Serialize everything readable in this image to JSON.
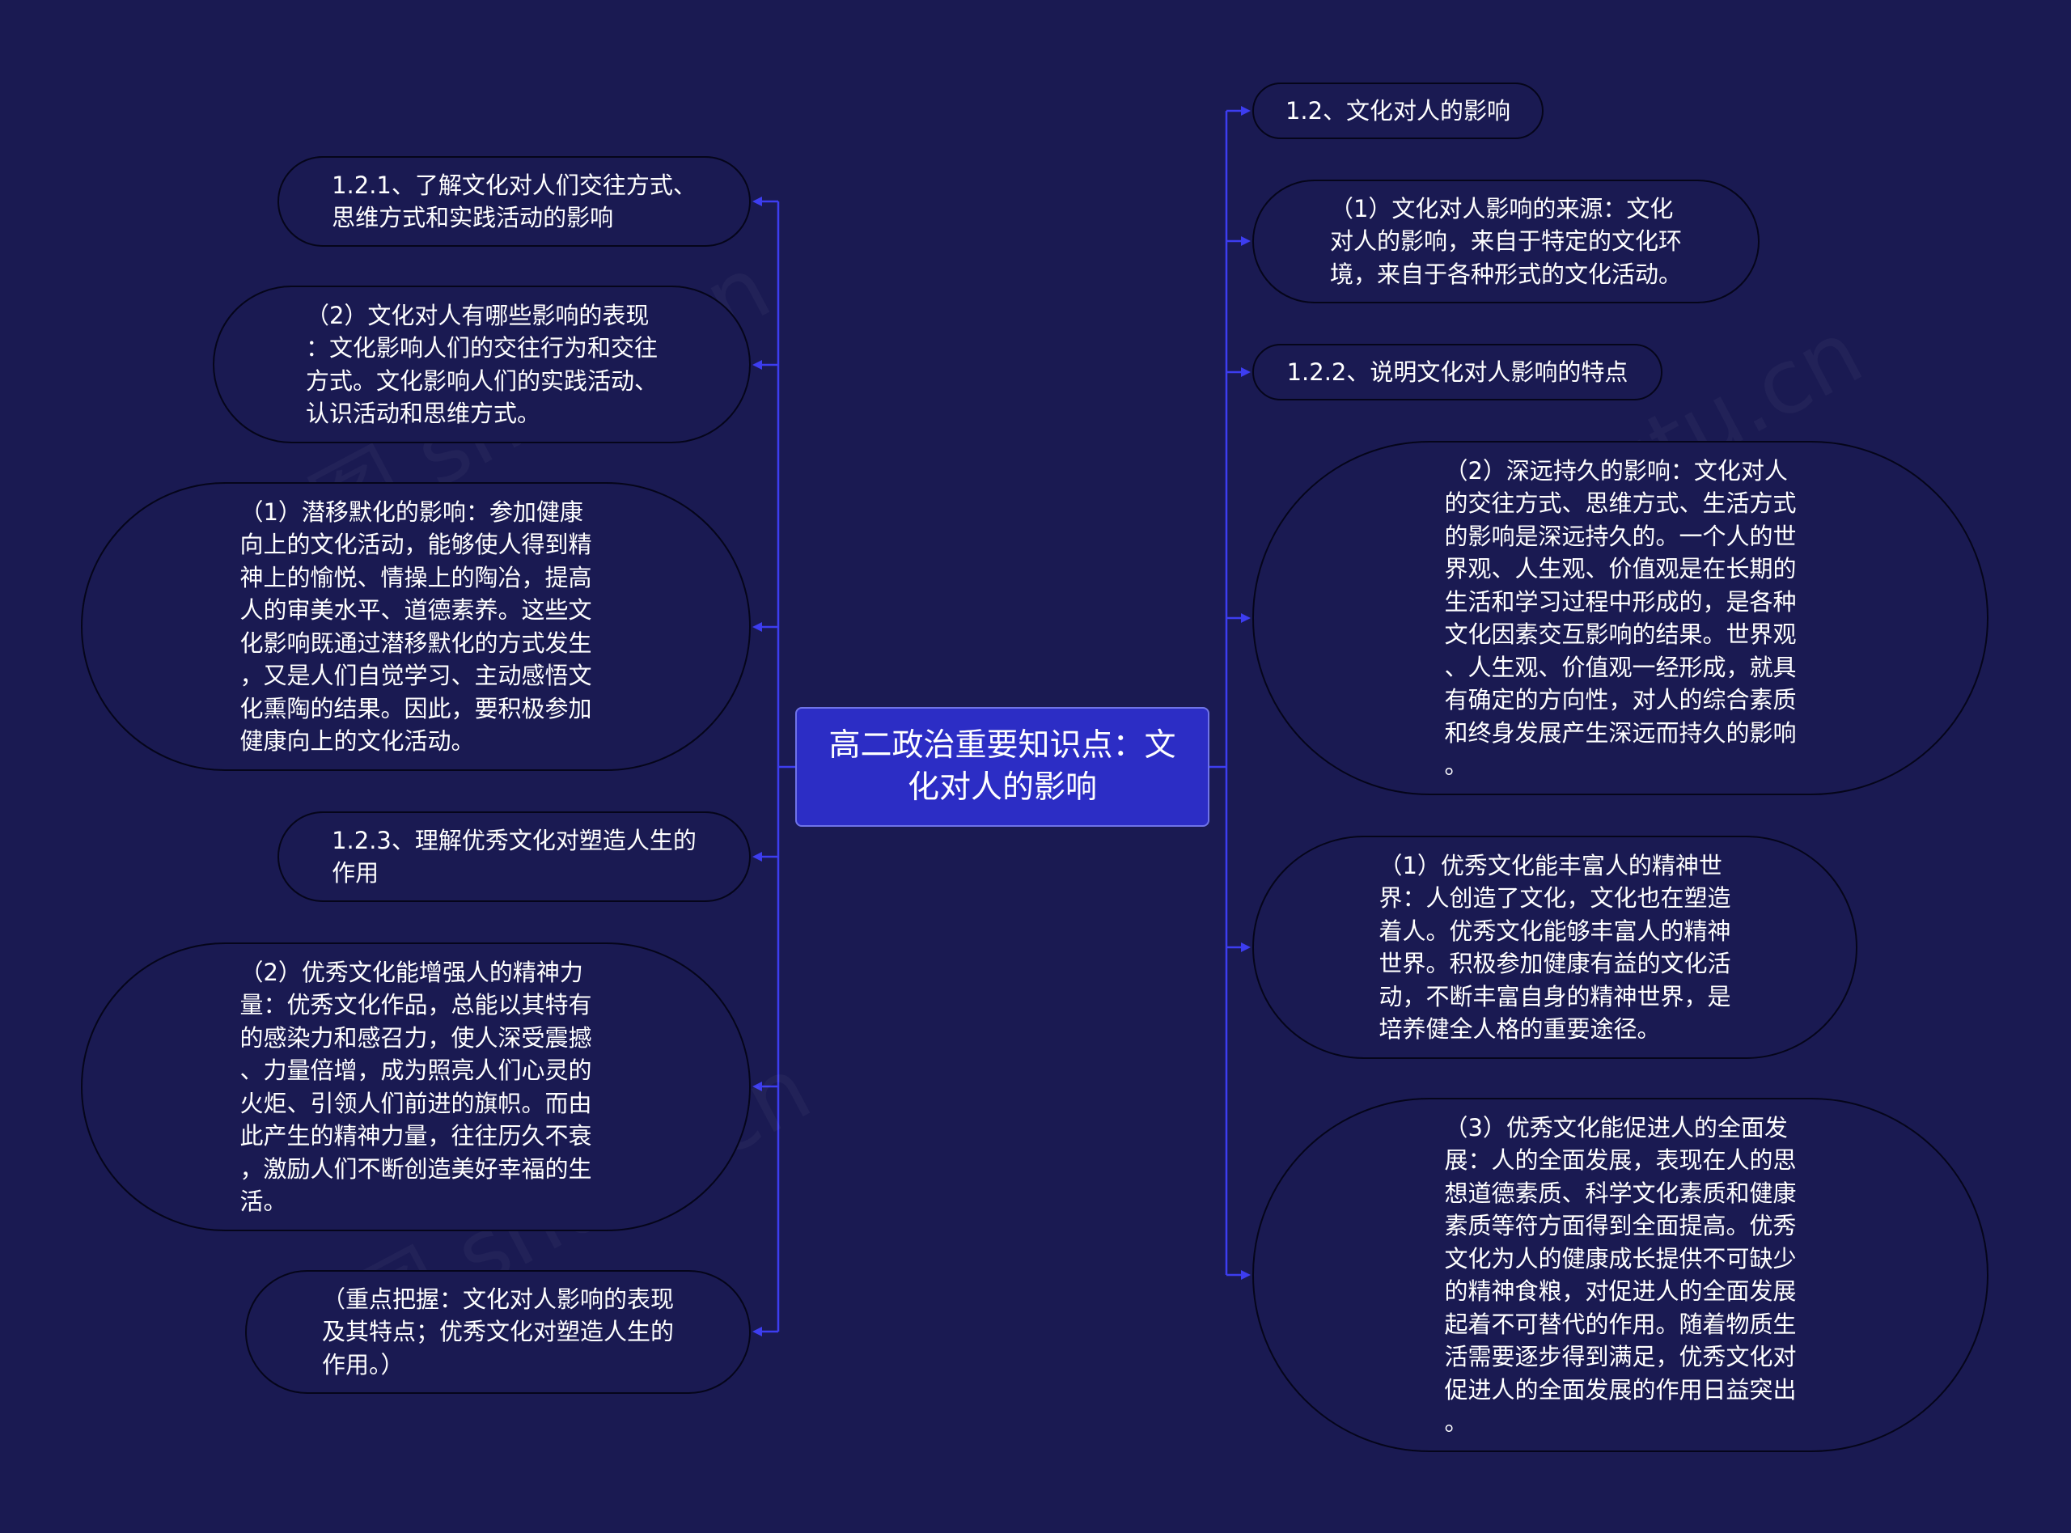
{
  "watermark": "树图 shutu.cn",
  "colors": {
    "background": "#1a1a52",
    "center_fill": "#2c2dc5",
    "connector": "#3d3df0",
    "text": "#ffffff"
  },
  "center": {
    "text": "高二政治重要知识点：文\n化对人的影响"
  },
  "left_nodes": [
    {
      "text": "1.2.1、了解文化对人们交往方式、\n思维方式和实践活动的影响"
    },
    {
      "text": "（2）文化对人有哪些影响的表现\n：文化影响人们的交往行为和交往\n方式。文化影响人们的实践活动、\n认识活动和思维方式。"
    },
    {
      "text": "（1）潜移默化的影响：参加健康\n向上的文化活动，能够使人得到精\n神上的愉悦、情操上的陶冶，提高\n人的审美水平、道德素养。这些文\n化影响既通过潜移默化的方式发生\n，又是人们自觉学习、主动感悟文\n化熏陶的结果。因此，要积极参加\n健康向上的文化活动。"
    },
    {
      "text": "1.2.3、理解优秀文化对塑造人生的\n作用"
    },
    {
      "text": "（2）优秀文化能增强人的精神力\n量：优秀文化作品，总能以其特有\n的感染力和感召力，使人深受震撼\n、力量倍增，成为照亮人们心灵的\n火炬、引领人们前进的旗帜。而由\n此产生的精神力量，往往历久不衰\n，激励人们不断创造美好幸福的生\n活。"
    },
    {
      "text": "（重点把握：文化对人影响的表现\n及其特点；优秀文化对塑造人生的\n作用。）"
    }
  ],
  "right_nodes": [
    {
      "text": "1.2、文化对人的影响"
    },
    {
      "text": "（1）文化对人影响的来源：文化\n对人的影响，来自于特定的文化环\n境，来自于各种形式的文化活动。"
    },
    {
      "text": "1.2.2、说明文化对人影响的特点"
    },
    {
      "text": "（2）深远持久的影响：文化对人\n的交往方式、思维方式、生活方式\n的影响是深远持久的。一个人的世\n界观、人生观、价值观是在长期的\n生活和学习过程中形成的，是各种\n文化因素交互影响的结果。世界观\n、人生观、价值观一经形成，就具\n有确定的方向性，对人的综合素质\n和终身发展产生深远而持久的影响\n。"
    },
    {
      "text": "（1）优秀文化能丰富人的精神世\n界：人创造了文化，文化也在塑造\n着人。优秀文化能够丰富人的精神\n世界。积极参加健康有益的文化活\n动，不断丰富自身的精神世界，是\n培养健全人格的重要途径。"
    },
    {
      "text": "（3）优秀文化能促进人的全面发\n展：人的全面发展，表现在人的思\n想道德素质、科学文化素质和健康\n素质等符方面得到全面提高。优秀\n文化为人的健康成长提供不可缺少\n的精神食粮，对促进人的全面发展\n起着不可替代的作用。随着物质生\n活需要逐步得到满足，优秀文化对\n促进人的全面发展的作用日益突出\n。"
    }
  ]
}
